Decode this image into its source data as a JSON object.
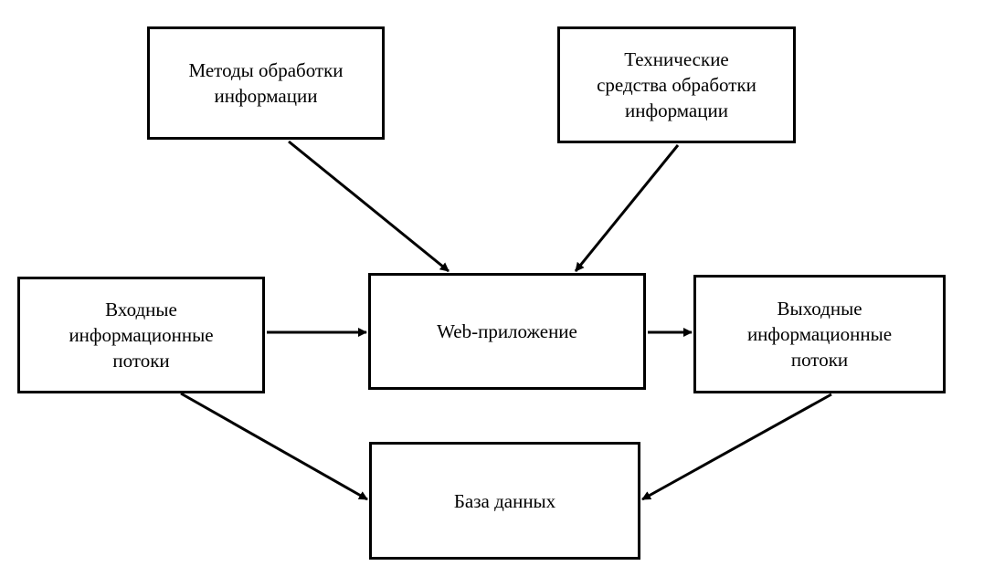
{
  "diagram": {
    "line_color": "#000000",
    "nodes": {
      "methods": "Методы обработки\nинформации",
      "tech": "Технические\nсредства обработки\nинформации",
      "input": "Входные\nинформационные\nпотоки",
      "webapp": "Web-приложение",
      "output": "Выходные\nинформационные\nпотоки",
      "db": "База данных"
    },
    "edges": [
      {
        "from": "methods",
        "to": "webapp"
      },
      {
        "from": "tech",
        "to": "webapp"
      },
      {
        "from": "input",
        "to": "webapp"
      },
      {
        "from": "webapp",
        "to": "output"
      },
      {
        "from": "input",
        "to": "db"
      },
      {
        "from": "output",
        "to": "db"
      }
    ]
  }
}
